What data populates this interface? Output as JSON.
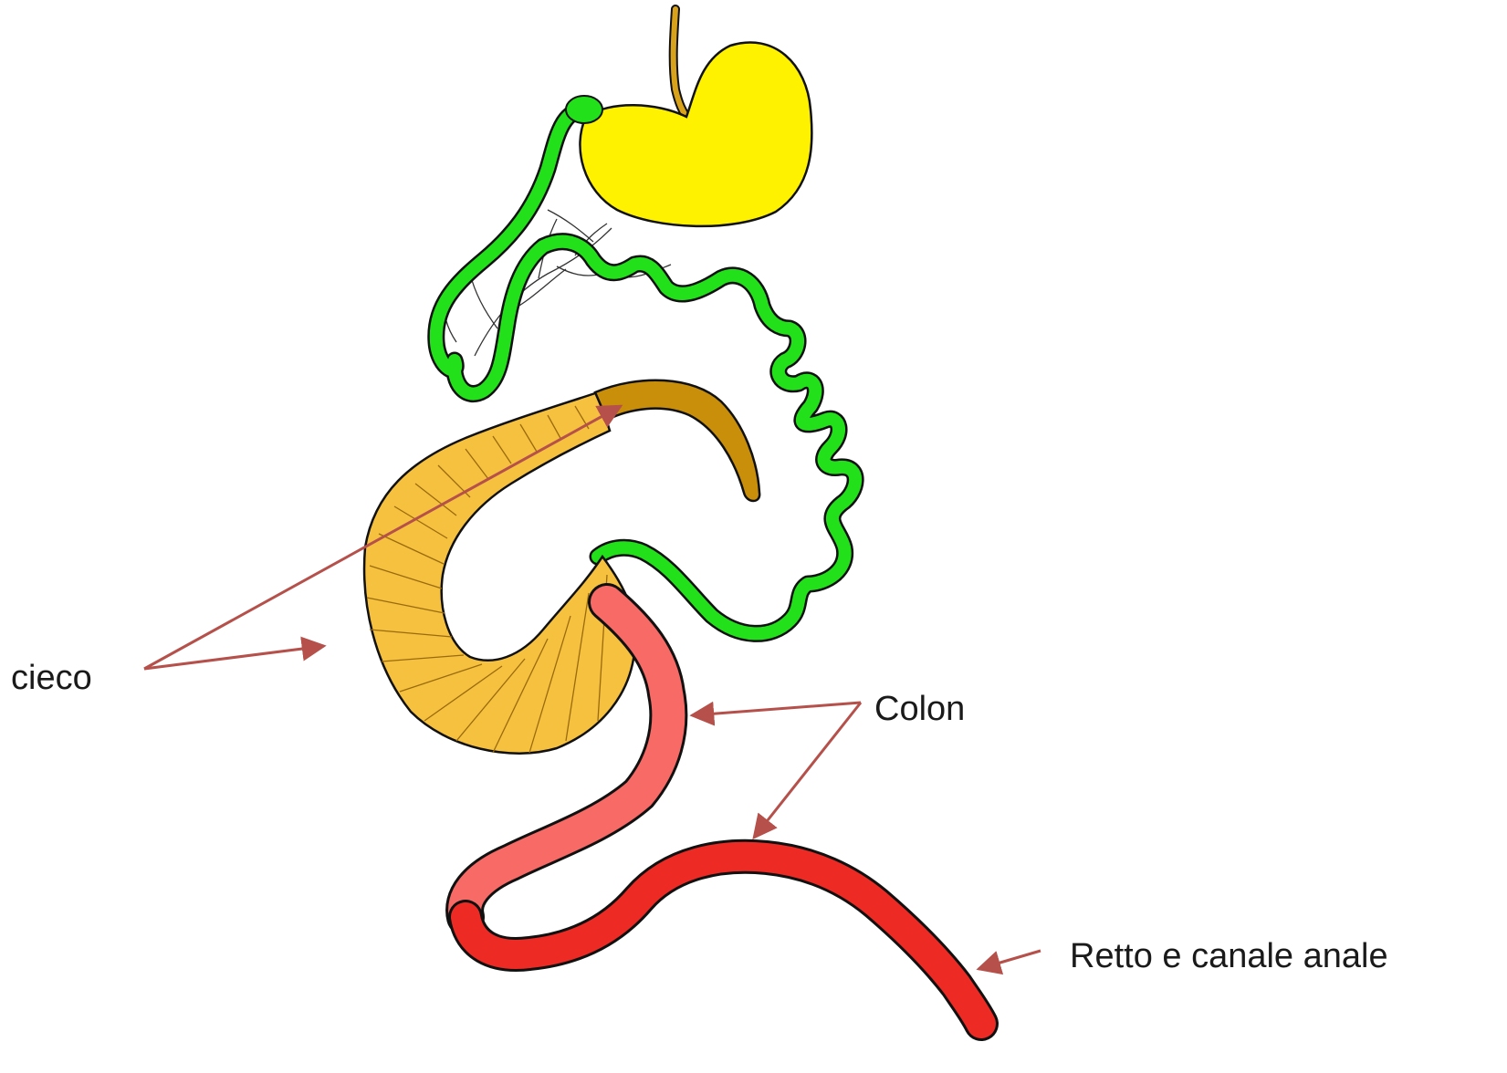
{
  "labels": {
    "cieco": "cieco",
    "colon": "Colon",
    "retto": "Retto e canale anale"
  },
  "colors": {
    "esophagus": "#D9A21B",
    "stomach": "#FFF200",
    "small_intestine": "#22E11A",
    "appendix": "#C98F0A",
    "cecum": "#F6C13E",
    "colon": "#F86A66",
    "rectum": "#EE2A24",
    "arrow": "#B5504A",
    "outline": "#111111"
  }
}
